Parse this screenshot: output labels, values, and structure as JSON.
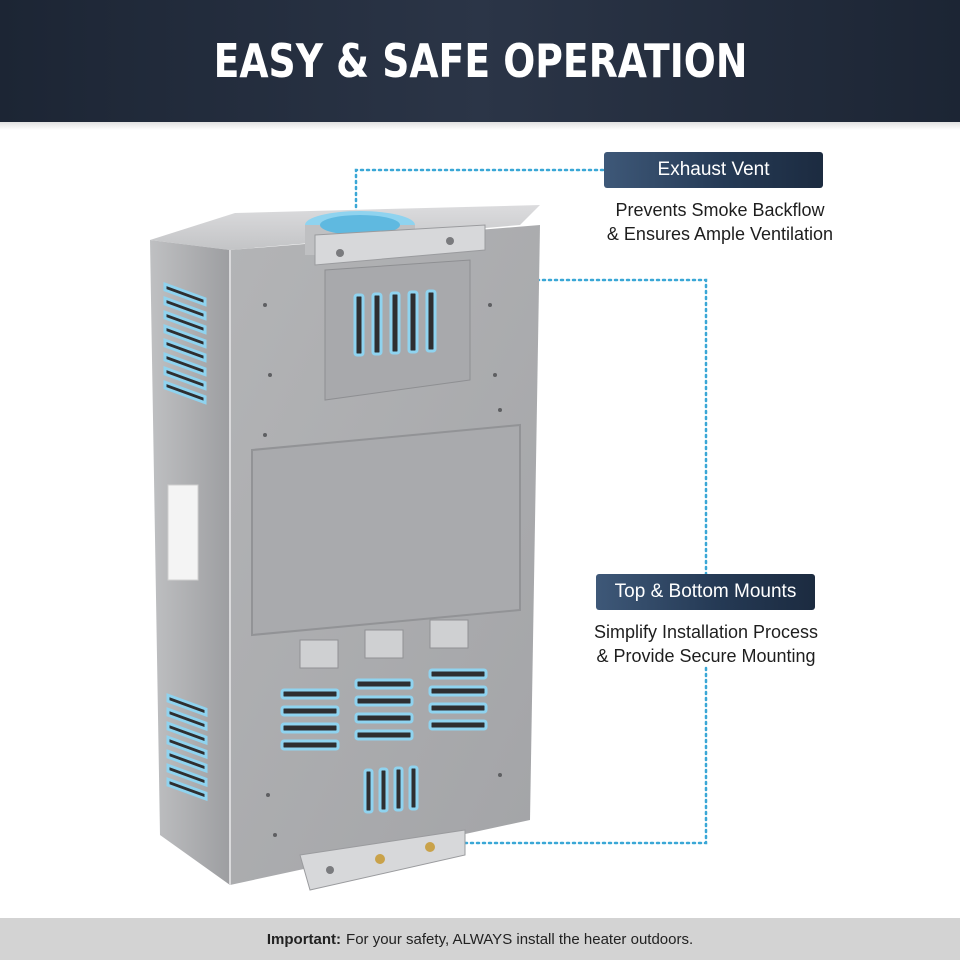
{
  "header": {
    "title": "EASY & SAFE OPERATION"
  },
  "callouts": {
    "exhaust": {
      "tag": "Exhaust Vent",
      "line1": "Prevents Smoke Backflow",
      "line2": "& Ensures Ample Ventilation"
    },
    "mounts": {
      "tag": "Top & Bottom Mounts",
      "line1": "Simplify Installation Process",
      "line2": "& Provide Secure Mounting"
    }
  },
  "footer": {
    "label": "Important:",
    "text": "For your safety, ALWAYS install the heater outdoors."
  },
  "colors": {
    "header_bg": "#1f2838",
    "tag_bg": "#2a4060",
    "guide_line": "#3aa7d6",
    "vent_glow": "#8fd3ef",
    "footer_bg": "#d3d3d3"
  }
}
